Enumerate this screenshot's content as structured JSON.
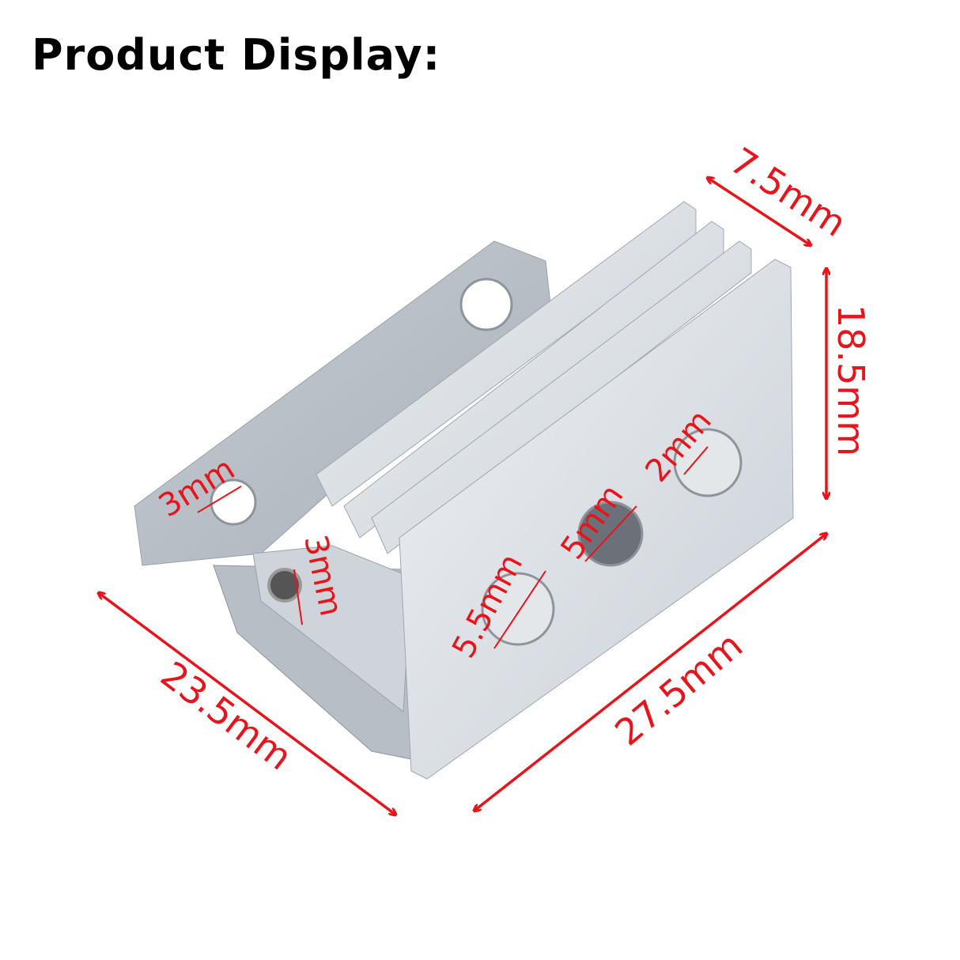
{
  "title": "Product Display:",
  "colors": {
    "annotation": "#e8141b",
    "metal": "#d8dde3",
    "background": "#ffffff"
  },
  "dimensions": {
    "depth_fin": "7.5mm",
    "height": "18.5mm",
    "width_side": "23.5mm",
    "length_front": "27.5mm",
    "bracket_hole": "3mm",
    "side_hole": "3mm",
    "hole_large": "5.5mm",
    "hole_middle": "5mm",
    "hole_small": "2mm"
  }
}
